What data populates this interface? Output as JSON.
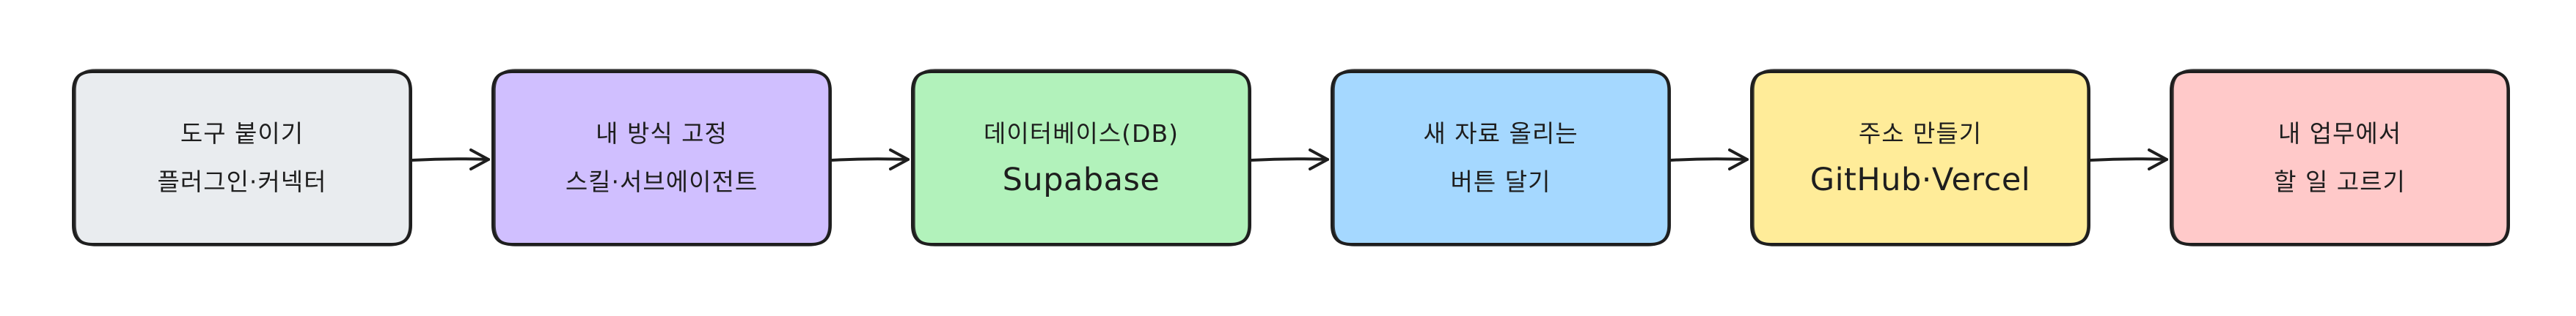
{
  "diagram": {
    "stroke_color": "#1e1e1e",
    "steps": [
      {
        "id": "tools",
        "line1": "도구 붙이기",
        "line2": "플러그인·커넥터",
        "fill": "#e9ecef",
        "big_second_line": false
      },
      {
        "id": "method",
        "line1": "내 방식 고정",
        "line2": "스킬·서브에이전트",
        "fill": "#d0bfff",
        "big_second_line": false
      },
      {
        "id": "database",
        "line1": "데이터베이스(DB)",
        "line2": "Supabase",
        "fill": "#b2f2bb",
        "big_second_line": true
      },
      {
        "id": "upload",
        "line1": "새 자료 올리는",
        "line2": "버튼 달기",
        "fill": "#a5d8ff",
        "big_second_line": false
      },
      {
        "id": "address",
        "line1": "주소 만들기",
        "line2": "GitHub·Vercel",
        "fill": "#ffec99",
        "big_second_line": true
      },
      {
        "id": "pick",
        "line1": "내 업무에서",
        "line2": "할 일 고르기",
        "fill": "#ffc9c9",
        "big_second_line": false
      }
    ]
  }
}
